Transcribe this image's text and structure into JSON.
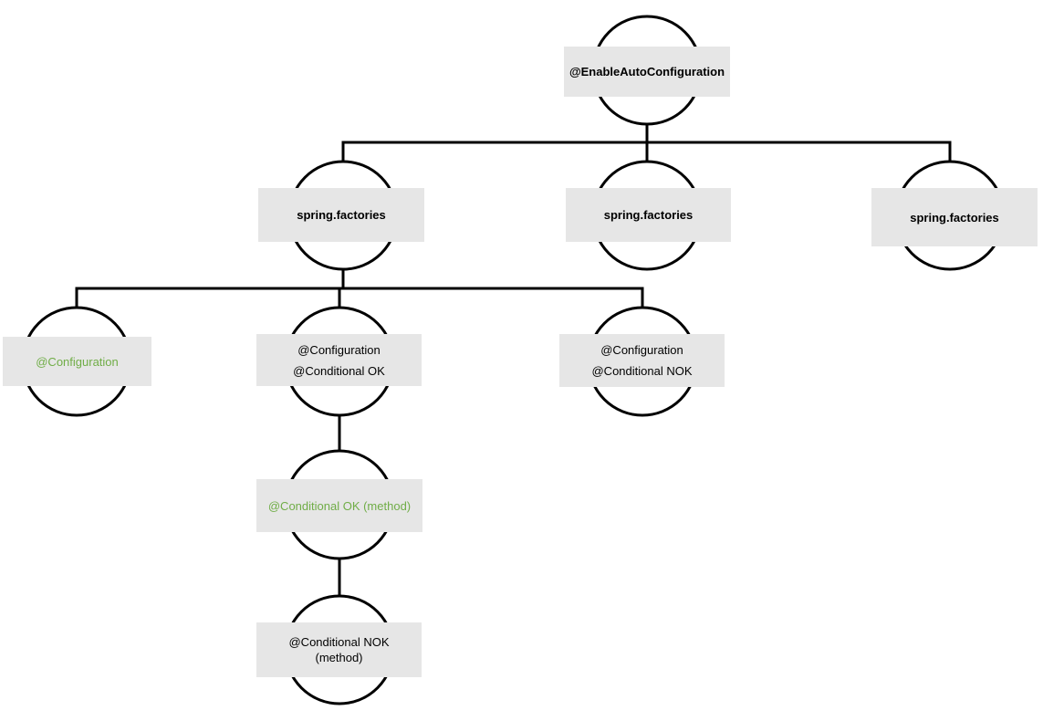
{
  "diagram": {
    "root": {
      "label": "@EnableAutoConfiguration"
    },
    "factories": [
      {
        "label": "spring.factories"
      },
      {
        "label": "spring.factories"
      },
      {
        "label": "spring.factories"
      }
    ],
    "configurations": [
      {
        "lines": [
          "@Configuration"
        ],
        "color": "#70ad47"
      },
      {
        "lines": [
          "@Configuration",
          "@Conditional OK"
        ],
        "color": "#000000"
      },
      {
        "lines": [
          "@Configuration",
          "@Conditional NOK"
        ],
        "color": "#000000"
      }
    ],
    "method_conditionals": [
      {
        "lines": [
          "@Conditional OK (method)"
        ],
        "color": "#70ad47"
      },
      {
        "lines": [
          "@Conditional NOK",
          "(method)"
        ],
        "color": "#000000"
      }
    ],
    "colors": {
      "box_fill": "#e6e6e6",
      "ok_text": "#70ad47",
      "line": "#000000"
    }
  }
}
